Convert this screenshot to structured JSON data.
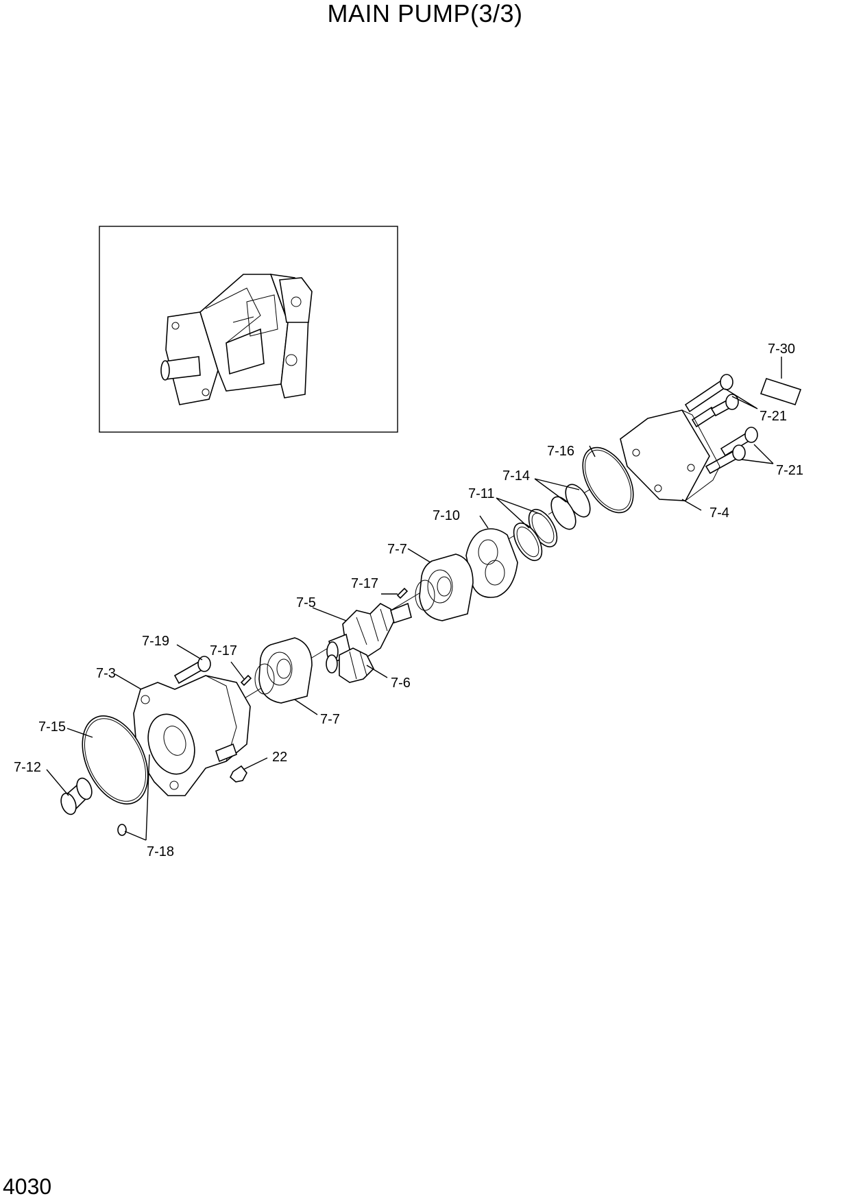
{
  "title": "MAIN PUMP(3/3)",
  "page_number": "4030",
  "callouts": {
    "c7_30": "7-30",
    "c7_21a": "7-21",
    "c7_21b": "7-21",
    "c7_16": "7-16",
    "c7_14": "7-14",
    "c7_11": "7-11",
    "c7_10": "7-10",
    "c7_4": "7-4",
    "c7_7a": "7-7",
    "c7_17a": "7-17",
    "c7_5": "7-5",
    "c7_19": "7-19",
    "c7_17b": "7-17",
    "c7_3": "7-3",
    "c7_6": "7-6",
    "c7_7b": "7-7",
    "c7_15": "7-15",
    "c22": "22",
    "c7_12": "7-12",
    "c7_18": "7-18"
  }
}
